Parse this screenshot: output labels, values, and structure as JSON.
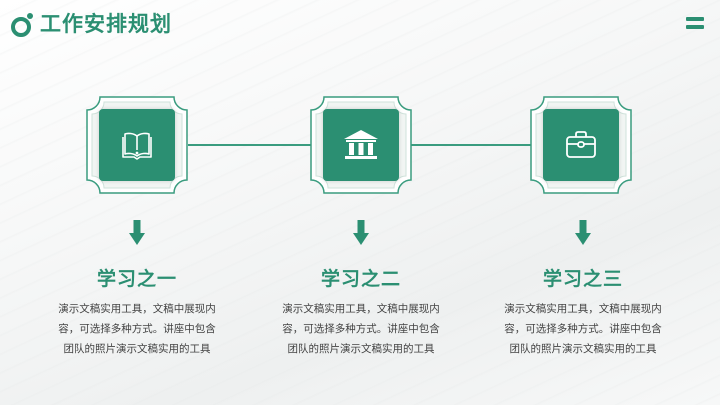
{
  "header": {
    "title": "工作安排规划",
    "logo_icon": "circle-dot-logo-icon",
    "menu_icon": "hamburger-menu-icon"
  },
  "colors": {
    "accent": "#2b8f72",
    "line": "#3a9c7f",
    "text": "#444444",
    "background": "#f4f5f5"
  },
  "steps": [
    {
      "icon": "book-icon",
      "arrow_icon": "arrow-down-icon",
      "title": "学习之一",
      "desc_lines": [
        "演示文稿实用工具，文稿中展现内",
        "容，可选择多种方式。讲座中包含",
        "团队的照片演示文稿实用的工具"
      ]
    },
    {
      "icon": "bank-icon",
      "arrow_icon": "arrow-down-icon",
      "title": "学习之二",
      "desc_lines": [
        "演示文稿实用工具，文稿中展现内",
        "容，可选择多种方式。讲座中包含",
        "团队的照片演示文稿实用的工具"
      ]
    },
    {
      "icon": "briefcase-icon",
      "arrow_icon": "arrow-down-icon",
      "title": "学习之三",
      "desc_lines": [
        "演示文稿实用工具，文稿中展现内",
        "容，可选择多种方式。讲座中包含",
        "团队的照片演示文稿实用的工具"
      ]
    }
  ]
}
